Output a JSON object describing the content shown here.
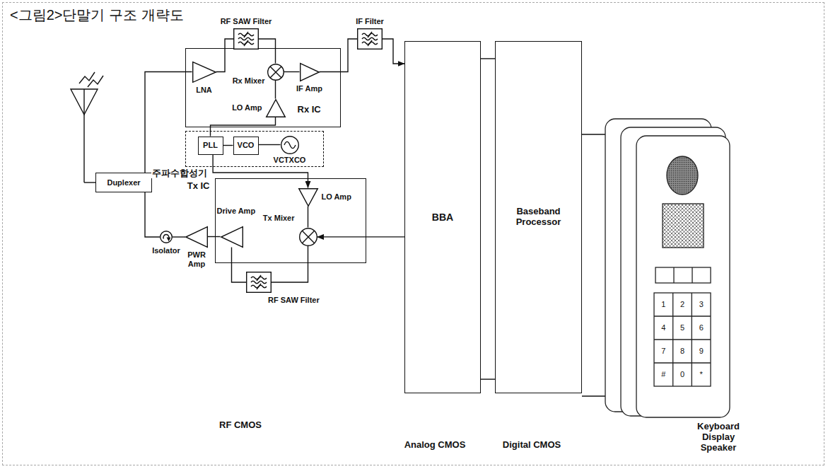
{
  "diagram": {
    "title": "<그림2>단말기 구조 개략도",
    "nodes": [
      {
        "text": [
          "Rx IC"
        ]
      },
      {
        "text": [
          "LNA"
        ],
        "in": 0
      },
      {
        "text": [
          "Rx Mixer"
        ],
        "in": 0
      },
      {
        "text": [
          "IF Amp"
        ],
        "in": 0
      },
      {
        "text": [
          "LO Amp"
        ],
        "in": 0
      },
      {
        "text": [
          "RF SAW Filter"
        ]
      },
      {
        "text": [
          "IF Filter"
        ]
      },
      {
        "text": [
          "Duplexer"
        ]
      },
      {
        "text": [
          "주파수합성기"
        ]
      },
      {
        "text": [
          "PLL"
        ],
        "in": 8
      },
      {
        "text": [
          "VCO"
        ],
        "in": 8
      },
      {
        "text": [
          "VCTXCO"
        ],
        "in": 8
      },
      {
        "text": [
          "Tx IC"
        ]
      },
      {
        "text": [
          "LO Amp"
        ],
        "in": 12
      },
      {
        "text": [
          "Drive Amp"
        ],
        "in": 12
      },
      {
        "text": [
          "Tx Mixer"
        ],
        "in": 12
      },
      {
        "text": [
          "RF SAW Filter"
        ]
      },
      {
        "text": [
          "PWR Amp"
        ]
      },
      {
        "text": [
          "Isolator"
        ]
      },
      {
        "text": [
          "BBA"
        ]
      },
      {
        "text": [
          "Baseband Processor"
        ]
      }
    ],
    "edges": [
      {
        "from": 7,
        "to": 1,
        "arrow": "none"
      },
      {
        "from": 1,
        "to": 5,
        "arrow": "none"
      },
      {
        "from": 5,
        "to": 2,
        "arrow": "none"
      },
      {
        "from": 2,
        "to": 3,
        "arrow": "none"
      },
      {
        "from": 3,
        "to": 6,
        "arrow": "none"
      },
      {
        "from": 6,
        "to": 19,
        "arrow": "to"
      },
      {
        "from": 4,
        "to": 2,
        "arrow": "none"
      },
      {
        "from": 9,
        "to": 4,
        "arrow": "none"
      },
      {
        "from": 10,
        "to": 9,
        "arrow": "none"
      },
      {
        "from": 11,
        "to": 10,
        "arrow": "none"
      },
      {
        "from": 9,
        "to": 13,
        "arrow": "to"
      },
      {
        "from": 13,
        "to": 15,
        "arrow": "none"
      },
      {
        "from": 19,
        "to": 15,
        "arrow": "to"
      },
      {
        "from": 15,
        "to": 16,
        "arrow": "none"
      },
      {
        "from": 16,
        "to": 14,
        "arrow": "none"
      },
      {
        "from": 14,
        "to": 17,
        "arrow": "none"
      },
      {
        "from": 17,
        "to": 18,
        "arrow": "none"
      },
      {
        "from": 18,
        "to": 7,
        "arrow": "none"
      },
      {
        "from": 19,
        "to": 20,
        "arrow": "none"
      },
      {
        "from": 19,
        "to": 20,
        "arrow": "none"
      }
    ],
    "labels": [
      "1",
      "2",
      "3",
      "4",
      "5",
      "6",
      "7",
      "8",
      "9",
      "#",
      "0",
      "*",
      "RF CMOS",
      "Analog CMOS",
      "Digital CMOS",
      "Keyboard Display Speaker"
    ]
  }
}
